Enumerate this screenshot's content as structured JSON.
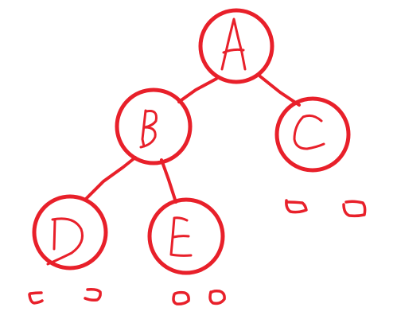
{
  "diagram": {
    "type": "binary-tree",
    "stroke_color": "#e8202a",
    "nodes": [
      {
        "id": "A",
        "label": "A"
      },
      {
        "id": "B",
        "label": "B"
      },
      {
        "id": "C",
        "label": "C"
      },
      {
        "id": "D",
        "label": "D"
      },
      {
        "id": "E",
        "label": "E"
      }
    ],
    "edges": [
      {
        "from": "A",
        "to": "B"
      },
      {
        "from": "A",
        "to": "C"
      },
      {
        "from": "B",
        "to": "D"
      },
      {
        "from": "B",
        "to": "E"
      }
    ],
    "empty_children": [
      {
        "parent": "C",
        "side": "left"
      },
      {
        "parent": "C",
        "side": "right"
      },
      {
        "parent": "D",
        "side": "left"
      },
      {
        "parent": "D",
        "side": "right"
      },
      {
        "parent": "E",
        "side": "left"
      },
      {
        "parent": "E",
        "side": "right"
      }
    ]
  }
}
